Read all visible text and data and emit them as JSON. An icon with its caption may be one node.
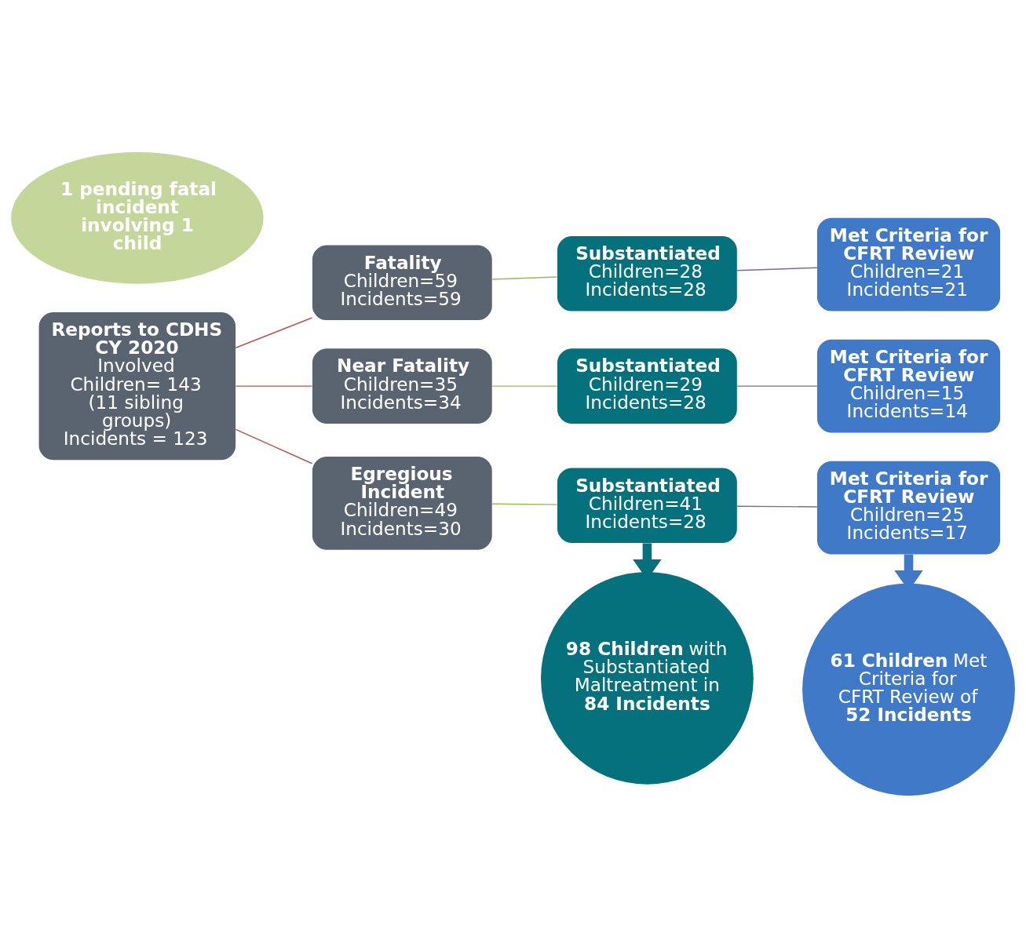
{
  "diagram": {
    "nodes": [
      {
        "text": [
          "Reports to CDHS",
          "CY 2020",
          "Involved Children= 143",
          "(11 sibling groups)",
          "Incidents = 123"
        ]
      },
      {
        "text": [
          "1 pending fatal incident involving 1 child"
        ]
      },
      {
        "text": [
          "Fatality",
          "Children=59",
          "Incidents=59"
        ]
      },
      {
        "text": [
          "Substantiated",
          "Children=28",
          "Incidents=28"
        ]
      },
      {
        "text": [
          "Met Criteria for CFRT Review",
          "Children=21",
          "Incidents=21"
        ]
      },
      {
        "text": [
          "Near Fatality",
          "Children=35",
          "Incidents=34"
        ]
      },
      {
        "text": [
          "Substantiated",
          "Children=29",
          "Incidents=28"
        ]
      },
      {
        "text": [
          "Met Criteria for CFRT Review",
          "Children=15",
          "Incidents=14"
        ]
      },
      {
        "text": [
          "Egregious Incident",
          "Children=49",
          "Incidents=30"
        ]
      },
      {
        "text": [
          "Substantiated",
          "Children=41",
          "Incidents=28"
        ]
      },
      {
        "text": [
          "Met Criteria for CFRT Review",
          "Children=25",
          "Incidents=17"
        ]
      },
      {
        "text": [
          "**98 Children** with Substantiated Maltreatment in **84 Incidents**"
        ]
      },
      {
        "text": [
          "**61 Children** Met Criteria for CFRT Review of **52 Incidents**"
        ]
      }
    ],
    "edges": [
      {
        "from": 0,
        "to": 2,
        "arrow": "none",
        "color": "#c0504d"
      },
      {
        "from": 0,
        "to": 5,
        "arrow": "none",
        "color": "#c0504d"
      },
      {
        "from": 0,
        "to": 8,
        "arrow": "none",
        "color": "#c0504d"
      },
      {
        "from": 2,
        "to": 3,
        "arrow": "none",
        "color": "#9bbb59"
      },
      {
        "from": 5,
        "to": 6,
        "arrow": "none",
        "color": "#9bbb59"
      },
      {
        "from": 8,
        "to": 9,
        "arrow": "none",
        "color": "#9bbb59"
      },
      {
        "from": 3,
        "to": 4,
        "arrow": "none",
        "color": "#8064a2"
      },
      {
        "from": 6,
        "to": 7,
        "arrow": "none",
        "color": "#8064a2"
      },
      {
        "from": 9,
        "to": 10,
        "arrow": "none",
        "color": "#8064a2"
      },
      {
        "from": 9,
        "to": 11,
        "arrow": "to",
        "style": "thick",
        "color": "#05717d"
      },
      {
        "from": 10,
        "to": 12,
        "arrow": "to",
        "style": "thick",
        "color": "#4179c9"
      }
    ]
  }
}
